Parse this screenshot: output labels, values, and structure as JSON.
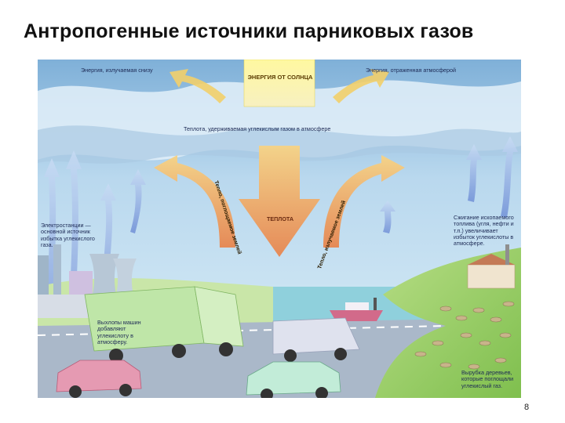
{
  "slide": {
    "title": "Антропогенные источники парниковых газов",
    "page_number": "8"
  },
  "diagram": {
    "sun_label": "ЭНЕРГИЯ ОТ СОЛНЦА",
    "emitted_from_below": "Энергия, излучаемая снизу",
    "reflected_by_atmosphere": "Энергия, отраженная атмосферой",
    "heat_retained_co2": "Теплота, удерживаемая углекислым газом в атмосфере",
    "heat_center": "ТЕПЛОТА",
    "heat_absorbed_by_earth": "Тепло, поглощаемое землей",
    "heat_emitted_by_earth": "Тепло, излучаемое землей",
    "power_plants": "Электростанции — основной источник избытка углекислого газа.",
    "fuel_burning": "Сжигание ископаемого топлива (угля, нефти и т.п.) увеличивает избыток углекислоты в атмосфере.",
    "car_exhaust": "Выхлопы машин добавляют углекислоту в атмосферу.",
    "deforestation": "Вырубка деревьев, которые поглощали углекислый газ."
  },
  "colors": {
    "sky": "#9fc4de",
    "cloud": "#cfe4f2",
    "sun": "#f6ef7a",
    "heat_arrow": "#f0c070",
    "heat_arrow_dark": "#e08a55",
    "grass": "#9bcf6a",
    "road": "#8fa0b6",
    "water": "#8fd0dc"
  }
}
